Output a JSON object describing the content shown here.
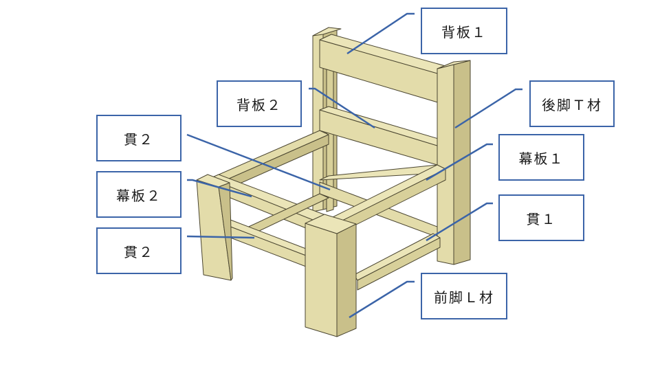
{
  "diagram": {
    "subject": "wooden chair assembly",
    "colors": {
      "wood_face": "#e3dcaa",
      "wood_light": "#ebe5b8",
      "wood_side": "#c9c08a",
      "wood_dark": "#b3aa75",
      "edge": "#4a4530",
      "leader_line": "#3b64a8",
      "box_border": "#3b64a8"
    },
    "labels": [
      {
        "id": "back-board-1",
        "text": "背板１"
      },
      {
        "id": "back-board-2",
        "text": "背板２"
      },
      {
        "id": "rear-leg-t",
        "text": "後脚Ｔ材"
      },
      {
        "id": "rail-2-top",
        "text": "貫２"
      },
      {
        "id": "apron-1",
        "text": "幕板１"
      },
      {
        "id": "apron-2",
        "text": "幕板２"
      },
      {
        "id": "rail-1",
        "text": "貫１"
      },
      {
        "id": "rail-2-bottom",
        "text": "貫２"
      },
      {
        "id": "front-leg-l",
        "text": "前脚Ｌ材"
      }
    ]
  }
}
